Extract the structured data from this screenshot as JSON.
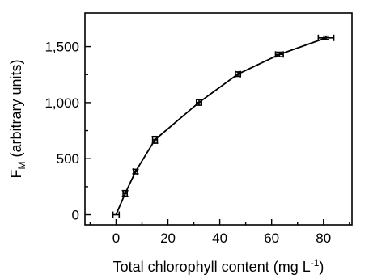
{
  "chart_data": {
    "type": "line",
    "title": "",
    "xlabel": {
      "text": "Total chlorophyll content (mg L",
      "sup": "-1",
      "end": ")"
    },
    "ylabel": {
      "main": "F",
      "sub": "M",
      "rest": " (arbitrary units)"
    },
    "xlim": [
      -12,
      91
    ],
    "ylim": [
      -90,
      1800
    ],
    "xticks": [
      0,
      20,
      40,
      60,
      80
    ],
    "xtick_labels": [
      "0",
      "20",
      "40",
      "60",
      "80"
    ],
    "xminor_ticks": [
      -10,
      10,
      30,
      50,
      70,
      90
    ],
    "yticks": [
      0,
      500,
      1000,
      1500
    ],
    "ytick_labels": [
      "0",
      "500",
      "1,000",
      "1,500"
    ],
    "yminor_ticks": [
      250,
      750,
      1250
    ],
    "grid": false,
    "legend": "none",
    "series": [
      {
        "x": [
          0,
          3.5,
          7.5,
          15,
          32,
          47,
          63,
          81
        ],
        "y": [
          0,
          190,
          385,
          668,
          1002,
          1254,
          1430,
          1578
        ],
        "x_err": [
          1.2,
          0.8,
          0.8,
          0.9,
          1.0,
          1.0,
          1.5,
          3.0
        ],
        "y_err": [
          0,
          25,
          20,
          30,
          25,
          20,
          20,
          15
        ]
      }
    ]
  }
}
